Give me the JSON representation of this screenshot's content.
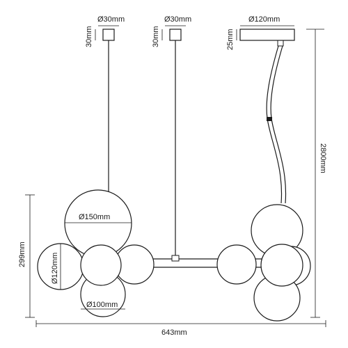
{
  "dimensions": {
    "canopy_left_diameter": "Ø30mm",
    "canopy_left_height": "30mm",
    "canopy_mid_diameter": "Ø30mm",
    "canopy_mid_height": "30mm",
    "canopy_right_diameter": "Ø120mm",
    "canopy_right_height": "25mm",
    "total_drop": "2800mm",
    "fixture_height": "299mm",
    "fixture_width": "643mm",
    "globe_large": "Ø150mm",
    "globe_medium": "Ø120mm",
    "globe_small": "Ø100mm"
  }
}
